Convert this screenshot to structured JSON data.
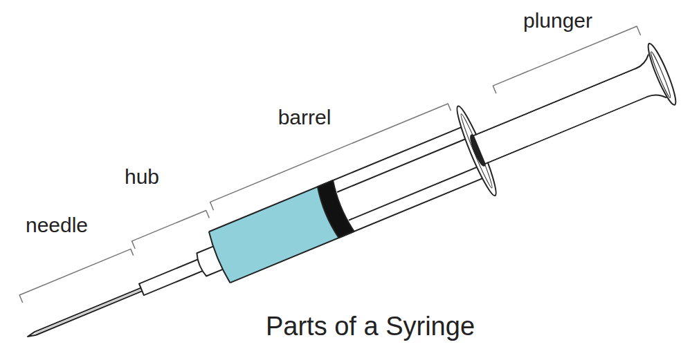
{
  "diagram": {
    "caption": "Parts of a Syringe",
    "labels": [
      "needle",
      "hub",
      "barrel",
      "plunger"
    ]
  }
}
